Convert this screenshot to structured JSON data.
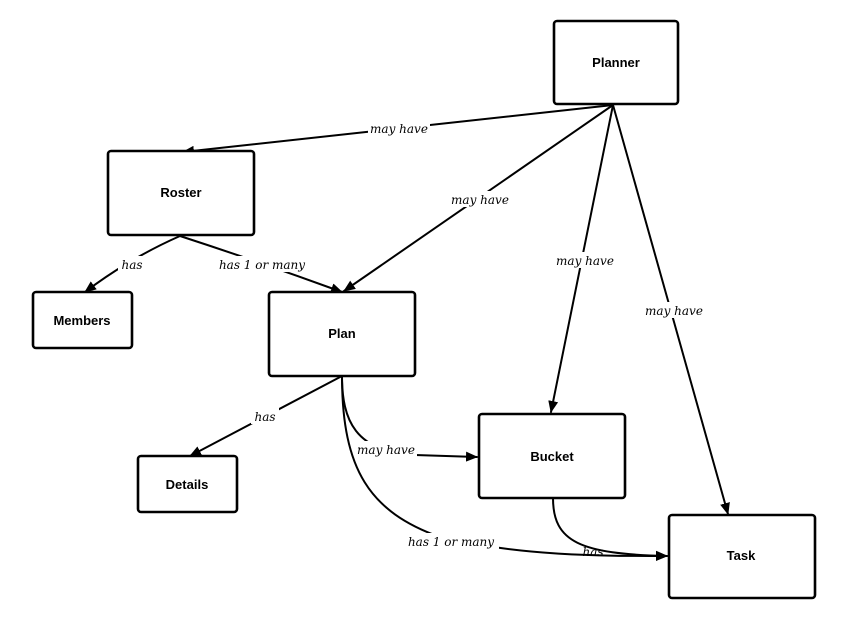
{
  "nodes": {
    "planner": "Planner",
    "roster": "Roster",
    "members": "Members",
    "plan": "Plan",
    "details": "Details",
    "bucket": "Bucket",
    "task": "Task"
  },
  "edges": {
    "planner_roster": "may have",
    "planner_plan": "may have",
    "planner_bucket": "may have",
    "planner_task": "may have",
    "roster_members": "has",
    "roster_plan": "has 1 or many",
    "plan_details": "has",
    "plan_bucket": "may have",
    "plan_task": "has 1 or many",
    "bucket_task": "has"
  }
}
